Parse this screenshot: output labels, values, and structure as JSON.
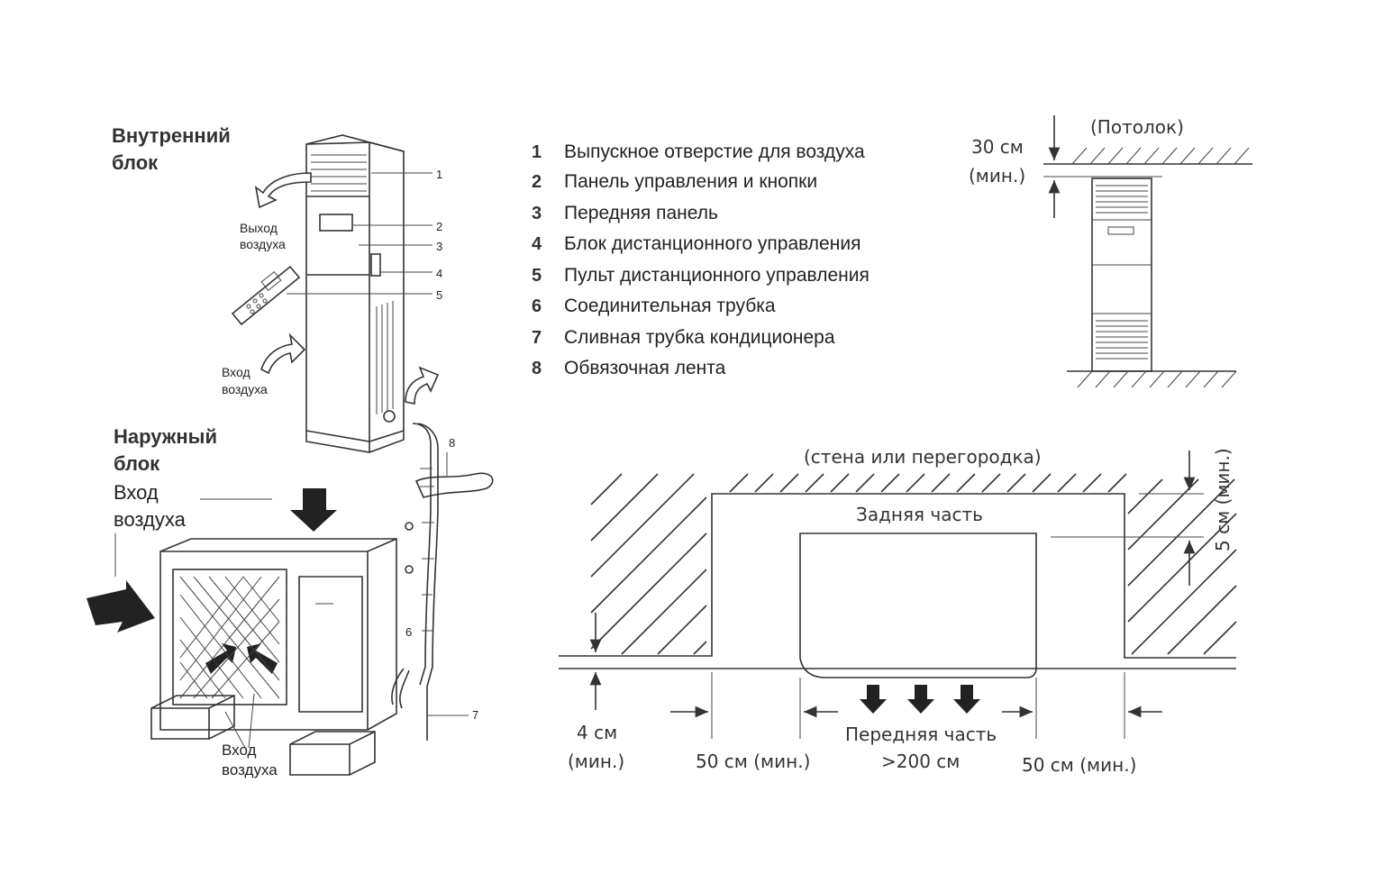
{
  "indoor_title": [
    "Внутренний",
    "блок"
  ],
  "outdoor_title": [
    "Наружный",
    "блок"
  ],
  "outdoor_air_in": [
    "Вход",
    "воздуха"
  ],
  "air_out_small": [
    "Выход",
    "воздуха"
  ],
  "air_in_small": [
    "Вход",
    "воздуха"
  ],
  "air_in_bottom": [
    "Вход",
    "воздуха"
  ],
  "callouts": [
    "1",
    "2",
    "3",
    "4",
    "5",
    "6",
    "7",
    "8"
  ],
  "legend": [
    {
      "num": "1",
      "text": "Выпускное отверстие для воздуха"
    },
    {
      "num": "2",
      "text": "Панель управления и кнопки"
    },
    {
      "num": "3",
      "text": "Передняя панель"
    },
    {
      "num": "4",
      "text": "Блок дистанционного управления"
    },
    {
      "num": "5",
      "text": "Пульт дистанционного управления"
    },
    {
      "num": "6",
      "text": "Соединительная трубка"
    },
    {
      "num": "7",
      "text": "Сливная трубка кондиционера"
    },
    {
      "num": "8",
      "text": "Обвязочная лента"
    }
  ],
  "ceiling": {
    "label": "(Потолок)",
    "dist": "30 см",
    "min": "(мин.)"
  },
  "wall": {
    "label": "(стена или перегородка)",
    "back": "Задняя часть",
    "front": "Передняя часть",
    "front_dist": ">200 см",
    "side_left": "50 см (мин.)",
    "side_right": "50 см (мин.)",
    "floor_dist": "4 см",
    "floor_min": "(мин.)",
    "back_dist": "5 см (мин.)"
  }
}
